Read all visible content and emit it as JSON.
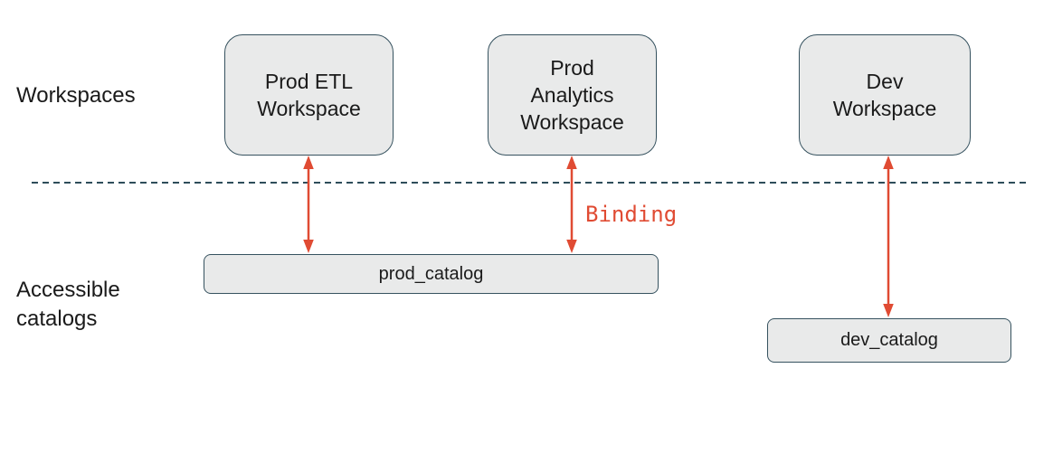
{
  "row_labels": {
    "workspaces": "Workspaces",
    "accessible_catalogs": "Accessible catalogs"
  },
  "workspaces": [
    {
      "label": "Prod ETL Workspace"
    },
    {
      "label": "Prod Analytics Workspace"
    },
    {
      "label": "Dev Workspace"
    }
  ],
  "catalogs": [
    {
      "label": "prod_catalog"
    },
    {
      "label": "dev_catalog"
    }
  ],
  "binding_label": "Binding",
  "colors": {
    "arrow": "#e04b33",
    "binding_text": "#e04b33",
    "node_fill": "#e9eaea",
    "node_border": "#36525f",
    "divider": "#2e4d5a",
    "text": "#1a1a1a"
  }
}
